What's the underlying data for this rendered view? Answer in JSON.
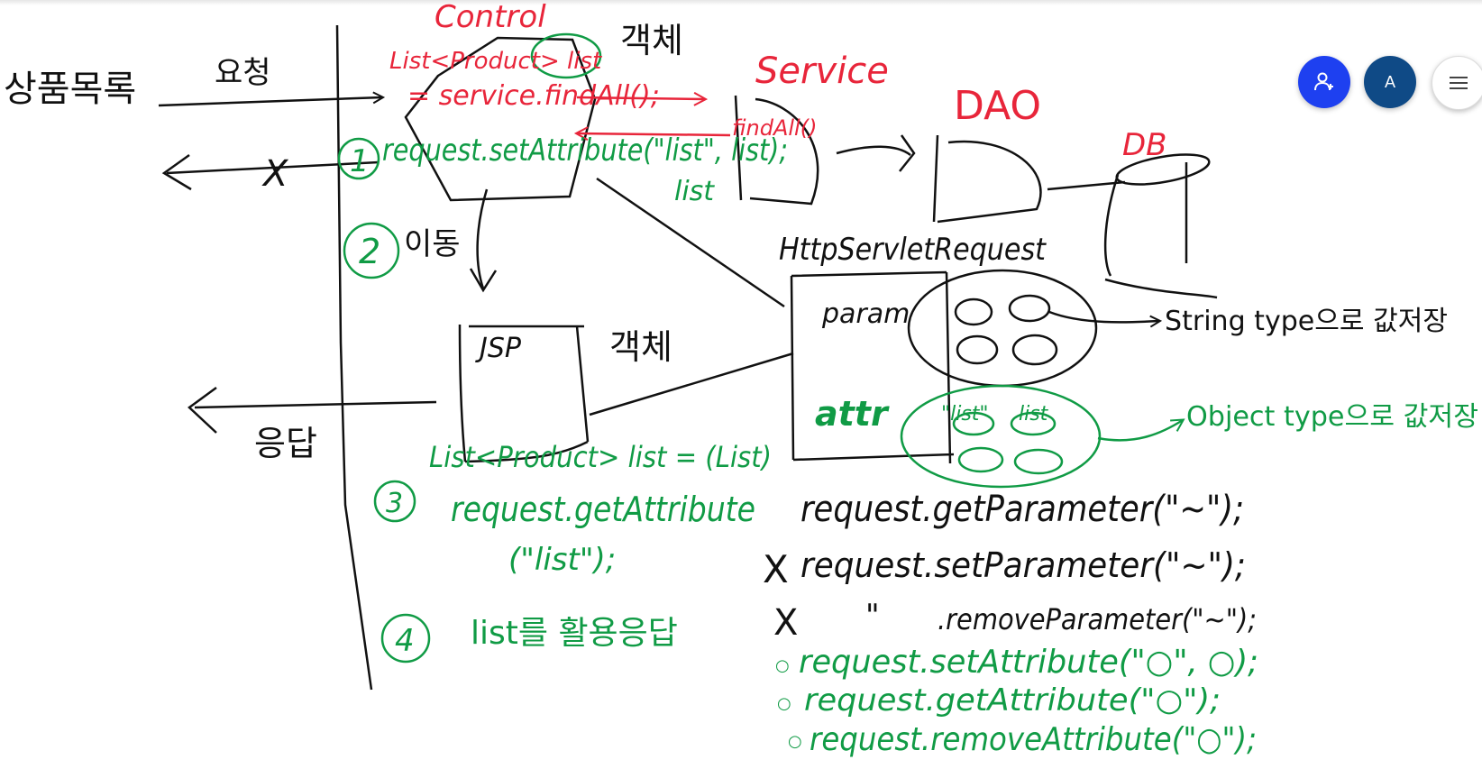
{
  "colors": {
    "black": "#111111",
    "red": "#e8253a",
    "green": "#109b45",
    "invite": "#1e40f0",
    "avatar": "#0f4a86"
  },
  "toolbar": {
    "invite_icon": "person-plus-icon",
    "avatar_initial": "A",
    "menu_icon": "hamburger-menu-icon"
  },
  "board": {
    "left_label": "상품목록",
    "request_label": "요청",
    "response_label": "응답",
    "x_mark": "X",
    "control": {
      "title": "Control",
      "object_label": "객체",
      "line1": "List<Product> list",
      "line2": "= service.findAll();"
    },
    "service": {
      "title": "Service",
      "method": "findAll()",
      "list": "list"
    },
    "dao": "DAO",
    "db": "DB",
    "steps": {
      "s1_num": "1",
      "s1_text": "request.setAttribute(\"list\", list);",
      "s2_num": "2",
      "s2_text": "이동",
      "s3_num": "3",
      "s3_text_a": "List<Product> list = (List)",
      "s3_text_b": "request.getAttribute",
      "s3_text_c": "(\"list\");",
      "s4_num": "4",
      "s4_text": "list를 활용응답"
    },
    "jsp": {
      "title": "JSP",
      "object_label": "객체"
    },
    "http": {
      "title": "HttpServletRequest",
      "param": "param",
      "attr": "attr",
      "attr_key": "\"list\"",
      "attr_value": "list",
      "param_note": "String type으로 값저장",
      "attr_note": "Object type으로 값저장"
    },
    "api": {
      "l1": "request.getParameter(\"~\");",
      "l2_mark": "X",
      "l2": "request.setParameter(\"~\");",
      "l3_mark": "X",
      "l3_ditto": "\"",
      "l3": ".removeParameter(\"~\");",
      "l4": "request.setAttribute(\"○\", ○);",
      "l5": "request.getAttribute(\"○\");",
      "l6": "request.removeAttribute(\"○\");",
      "bullet": "○"
    }
  }
}
